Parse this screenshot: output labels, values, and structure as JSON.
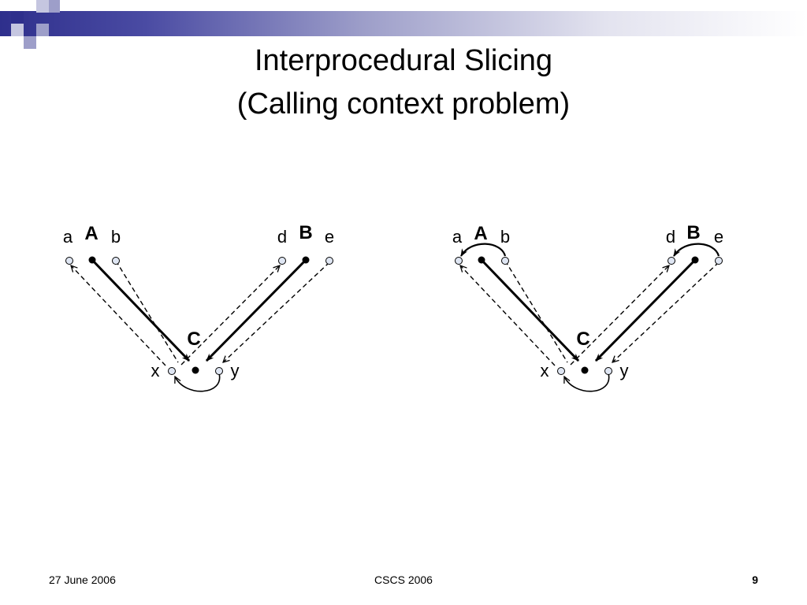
{
  "slide": {
    "title_line1": "Interprocedural Slicing",
    "title_line2": "(Calling context problem)"
  },
  "diagrams": [
    {
      "procA": "A",
      "procB": "B",
      "procC": "C",
      "labels": {
        "a": "a",
        "b": "b",
        "d": "d",
        "e": "e",
        "x": "x",
        "y": "y"
      }
    },
    {
      "procA": "A",
      "procB": "B",
      "procC": "C",
      "labels": {
        "a": "a",
        "b": "b",
        "d": "d",
        "e": "e",
        "x": "x",
        "y": "y"
      }
    }
  ],
  "footer": {
    "date": "27 June 2006",
    "event": "CSCS 2006",
    "page": "9"
  },
  "colors": {
    "accent_dark": "#2e2f8c",
    "accent_light": "#9d9ec9",
    "node_open_fill": "#dfe6f3"
  }
}
